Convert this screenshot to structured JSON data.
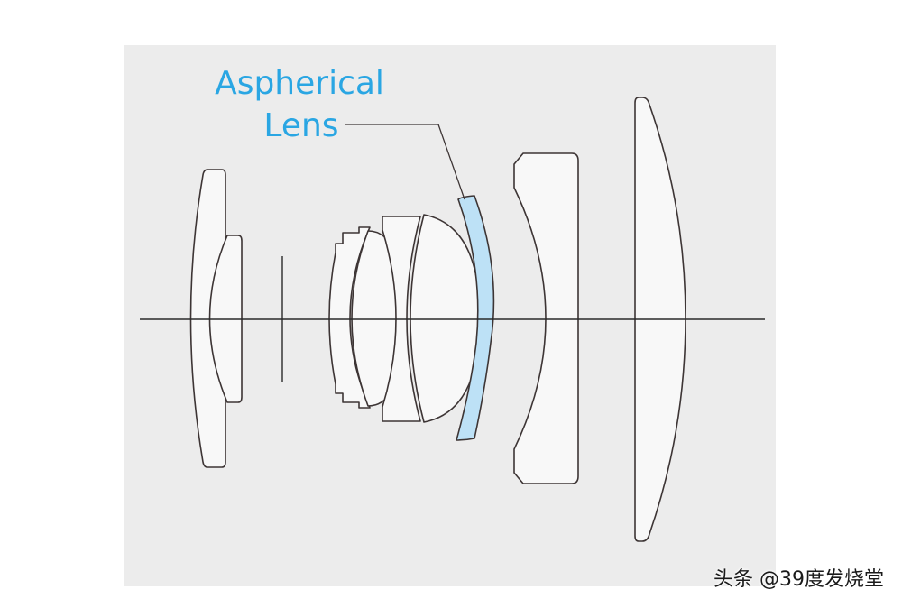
{
  "diagram": {
    "annotation_line1": "Aspherical",
    "annotation_line2": "Lens",
    "colors": {
      "panel_background": "#ececec",
      "lens_fill": "#f8f8f8",
      "lens_outline": "#3d3535",
      "aspherical_fill": "#bde1f6",
      "aspherical_outline": "#3d3535",
      "annotation_text": "#2aa6e3",
      "axis_line": "#2a2a2a"
    }
  },
  "watermark": {
    "text": "头条 @39度发烧堂"
  }
}
